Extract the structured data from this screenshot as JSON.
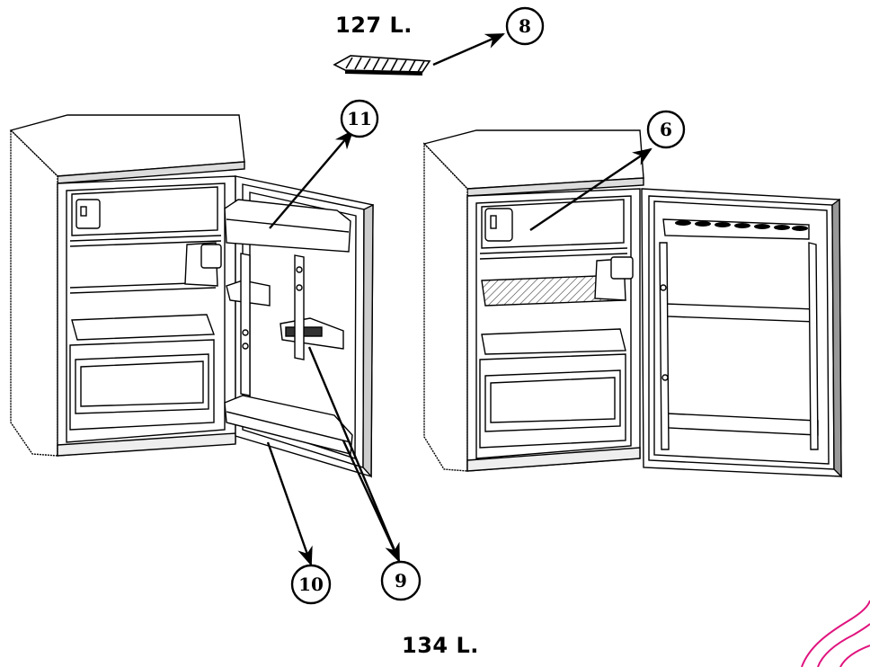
{
  "labels": {
    "model_top": "127 L.",
    "model_bottom": "134 L."
  },
  "callouts": {
    "c8": "8",
    "c11": "11",
    "c6": "6",
    "c10": "10",
    "c9": "9"
  },
  "colors": {
    "line": "#000000",
    "accent_mark": "#e0147e"
  }
}
